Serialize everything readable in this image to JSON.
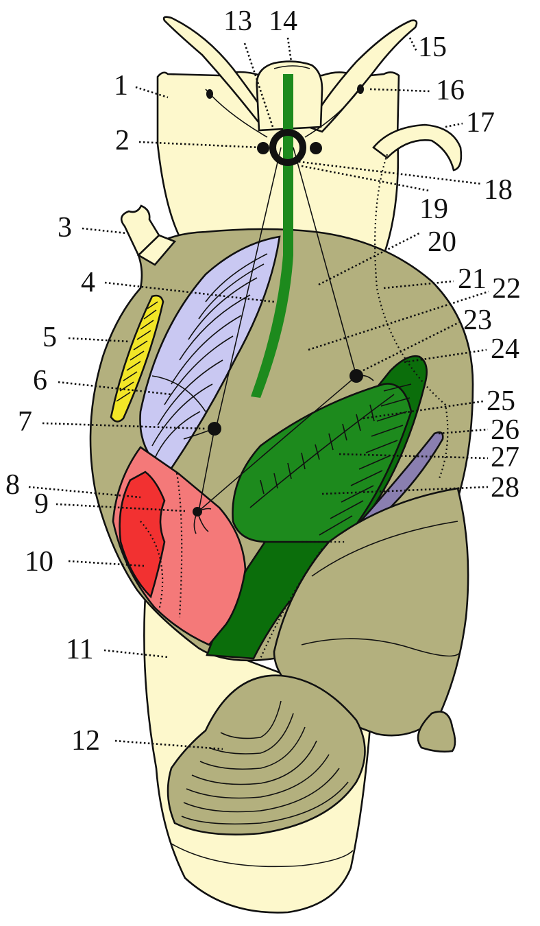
{
  "colors": {
    "foot": "#fdf8cc",
    "mantle": "#b3b07e",
    "gill": "#c9c8f2",
    "osphradium": "#f2e627",
    "kidney": "#f47979",
    "heart": "#f23131",
    "gland_dark": "#0b6e0b",
    "gland_light": "#1d8a1d",
    "gonoduct": "#8a7fb0",
    "outline": "#111111"
  },
  "labels": [
    {
      "id": "1",
      "text": "1"
    },
    {
      "id": "2",
      "text": "2"
    },
    {
      "id": "3",
      "text": "3"
    },
    {
      "id": "4",
      "text": "4"
    },
    {
      "id": "5",
      "text": "5"
    },
    {
      "id": "6",
      "text": "6"
    },
    {
      "id": "7",
      "text": "7"
    },
    {
      "id": "8",
      "text": "8"
    },
    {
      "id": "9",
      "text": "9"
    },
    {
      "id": "10",
      "text": "10"
    },
    {
      "id": "11",
      "text": "11"
    },
    {
      "id": "12",
      "text": "12"
    },
    {
      "id": "13",
      "text": "13"
    },
    {
      "id": "14",
      "text": "14"
    },
    {
      "id": "15",
      "text": "15"
    },
    {
      "id": "16",
      "text": "16"
    },
    {
      "id": "17",
      "text": "17"
    },
    {
      "id": "18",
      "text": "18"
    },
    {
      "id": "19",
      "text": "19"
    },
    {
      "id": "20",
      "text": "20"
    },
    {
      "id": "21",
      "text": "21"
    },
    {
      "id": "22",
      "text": "22"
    },
    {
      "id": "23",
      "text": "23"
    },
    {
      "id": "24",
      "text": "24"
    },
    {
      "id": "25",
      "text": "25"
    },
    {
      "id": "26",
      "text": "26"
    },
    {
      "id": "27",
      "text": "27"
    },
    {
      "id": "28",
      "text": "28"
    }
  ]
}
